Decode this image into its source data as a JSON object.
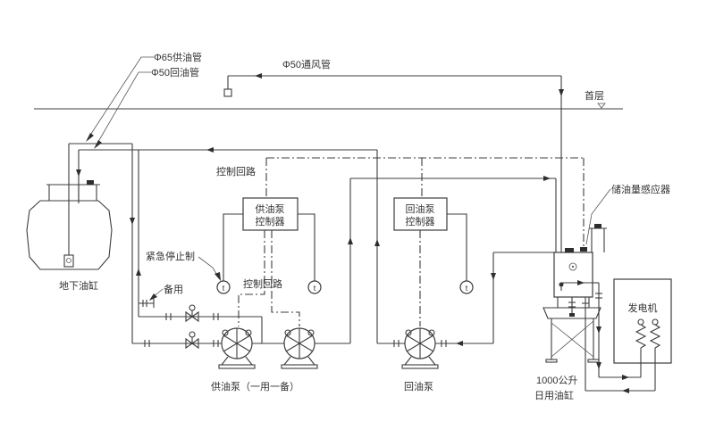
{
  "diagram": {
    "type": "fuel-oil-system-schematic",
    "colors": {
      "line": "#3c3c3c",
      "background": "#ffffff",
      "text": "#333333"
    }
  },
  "labels": {
    "supply_pipe": "Φ65供油管",
    "return_pipe": "Φ50回油管",
    "vent_pipe": "Φ50通风管",
    "first_floor": "首层",
    "control_loop_top": "控制回路",
    "control_loop_bottom": "控制回路",
    "emergency_stop": "紧急停止制",
    "spare": "备用",
    "underground_tank": "地下油缸",
    "supply_pumps": "供油泵（一用一备）",
    "return_pump": "回油泵",
    "level_sensor": "储油量感应器",
    "day_tank_line1": "1000公升",
    "day_tank_line2": "日用油缸",
    "generator": "发电机",
    "stop_button_glyph": "t"
  },
  "controllers": {
    "supply_line1": "供油泵",
    "supply_line2": "控制器",
    "return_line1": "回油泵",
    "return_line2": "控制器"
  }
}
